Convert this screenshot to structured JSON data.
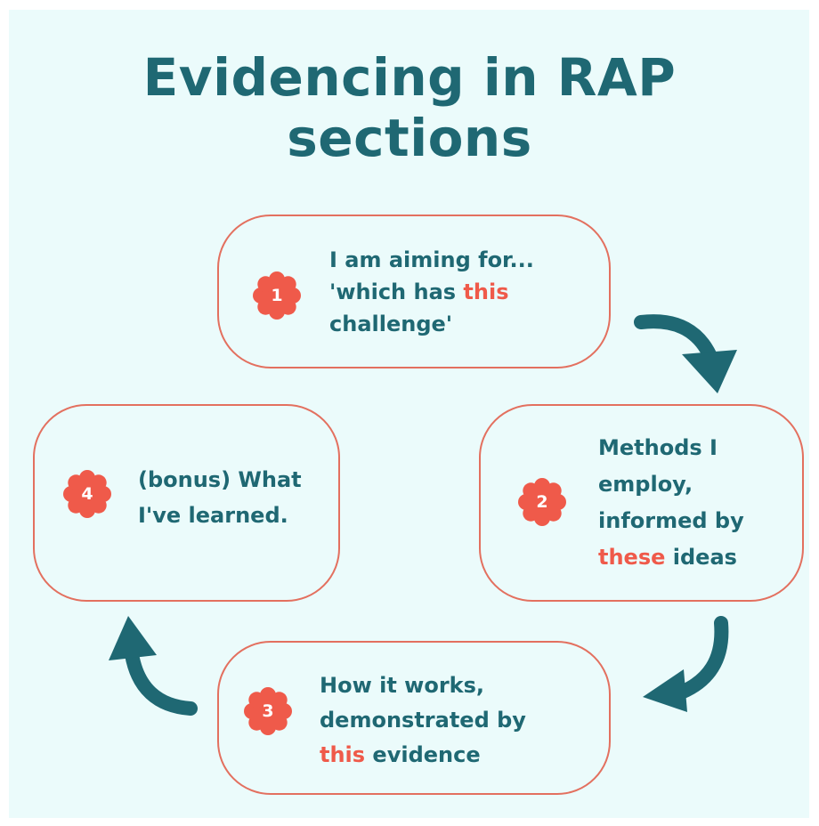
{
  "title": {
    "line1": "Evidencing in RAP",
    "line2": "sections"
  },
  "steps": [
    {
      "number": "1",
      "lines": [
        {
          "pre": "I am aiming for...",
          "hl": "",
          "post": ""
        },
        {
          "pre": "'which has ",
          "hl": "this",
          "post": ""
        },
        {
          "pre": "challenge'",
          "hl": "",
          "post": ""
        }
      ]
    },
    {
      "number": "2",
      "lines": [
        {
          "pre": "Methods I",
          "hl": "",
          "post": ""
        },
        {
          "pre": "employ,",
          "hl": "",
          "post": ""
        },
        {
          "pre": "informed by",
          "hl": "",
          "post": ""
        },
        {
          "pre": "",
          "hl": "these",
          "post": " ideas"
        }
      ]
    },
    {
      "number": "3",
      "lines": [
        {
          "pre": "How it works,",
          "hl": "",
          "post": ""
        },
        {
          "pre": "demonstrated by",
          "hl": "",
          "post": ""
        },
        {
          "pre": "",
          "hl": "this",
          "post": " evidence"
        }
      ]
    },
    {
      "number": "4",
      "lines": [
        {
          "pre": "(bonus) What",
          "hl": "",
          "post": ""
        },
        {
          "pre": "I've learned.",
          "hl": "",
          "post": ""
        }
      ]
    }
  ],
  "colors": {
    "background": "#ebfbfb",
    "title_text": "#1f6873",
    "body_text": "#1f6873",
    "highlight": "#ef5a4a",
    "card_border": "#e3705f",
    "badge_fill": "#ef5a4a",
    "arrow": "#1f6873"
  },
  "icons": {
    "badge": "scalloped-flower-badge",
    "arrows": "curved-arrow-clockwise"
  }
}
